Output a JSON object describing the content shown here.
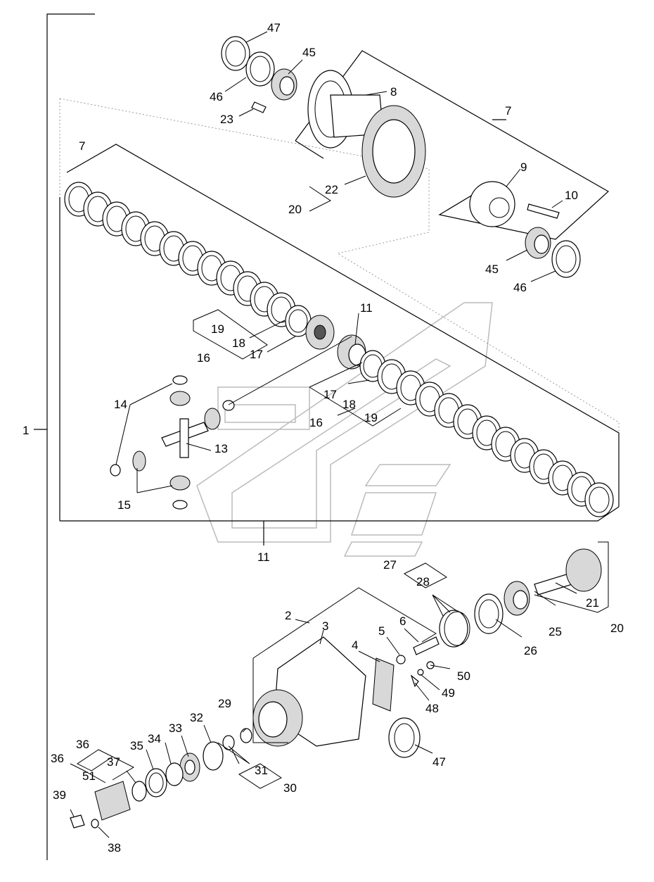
{
  "callouts": [
    {
      "id": "c1",
      "label": "1"
    },
    {
      "id": "c2",
      "label": "2"
    },
    {
      "id": "c3",
      "label": "3"
    },
    {
      "id": "c4",
      "label": "4"
    },
    {
      "id": "c5",
      "label": "5"
    },
    {
      "id": "c6",
      "label": "6"
    },
    {
      "id": "c7a",
      "label": "7"
    },
    {
      "id": "c7b",
      "label": "7"
    },
    {
      "id": "c8",
      "label": "8"
    },
    {
      "id": "c9",
      "label": "9"
    },
    {
      "id": "c10",
      "label": "10"
    },
    {
      "id": "c11a",
      "label": "11"
    },
    {
      "id": "c11b",
      "label": "11"
    },
    {
      "id": "c13",
      "label": "13"
    },
    {
      "id": "c14",
      "label": "14"
    },
    {
      "id": "c15",
      "label": "15"
    },
    {
      "id": "c16a",
      "label": "16"
    },
    {
      "id": "c16b",
      "label": "16"
    },
    {
      "id": "c17a",
      "label": "17"
    },
    {
      "id": "c17b",
      "label": "17"
    },
    {
      "id": "c18a",
      "label": "18"
    },
    {
      "id": "c18b",
      "label": "18"
    },
    {
      "id": "c19a",
      "label": "19"
    },
    {
      "id": "c19b",
      "label": "19"
    },
    {
      "id": "c20a",
      "label": "20"
    },
    {
      "id": "c20b",
      "label": "20"
    },
    {
      "id": "c21",
      "label": "21"
    },
    {
      "id": "c22",
      "label": "22"
    },
    {
      "id": "c23",
      "label": "23"
    },
    {
      "id": "c25",
      "label": "25"
    },
    {
      "id": "c26",
      "label": "26"
    },
    {
      "id": "c27",
      "label": "27"
    },
    {
      "id": "c28",
      "label": "28"
    },
    {
      "id": "c29",
      "label": "29"
    },
    {
      "id": "c30",
      "label": "30"
    },
    {
      "id": "c31",
      "label": "31"
    },
    {
      "id": "c32",
      "label": "32"
    },
    {
      "id": "c33",
      "label": "33"
    },
    {
      "id": "c34",
      "label": "34"
    },
    {
      "id": "c35",
      "label": "35"
    },
    {
      "id": "c36a",
      "label": "36"
    },
    {
      "id": "c36b",
      "label": "36"
    },
    {
      "id": "c37",
      "label": "37"
    },
    {
      "id": "c38",
      "label": "38"
    },
    {
      "id": "c39",
      "label": "39"
    },
    {
      "id": "c45a",
      "label": "45"
    },
    {
      "id": "c45b",
      "label": "45"
    },
    {
      "id": "c46a",
      "label": "46"
    },
    {
      "id": "c46b",
      "label": "46"
    },
    {
      "id": "c47a",
      "label": "47"
    },
    {
      "id": "c47b",
      "label": "47"
    },
    {
      "id": "c48",
      "label": "48"
    },
    {
      "id": "c49",
      "label": "49"
    },
    {
      "id": "c50",
      "label": "50"
    },
    {
      "id": "c51",
      "label": "51"
    }
  ],
  "colors": {
    "line": "#000000",
    "shade": "#d8d8d8",
    "watermark": "#bbbbbb",
    "background": "#ffffff"
  }
}
